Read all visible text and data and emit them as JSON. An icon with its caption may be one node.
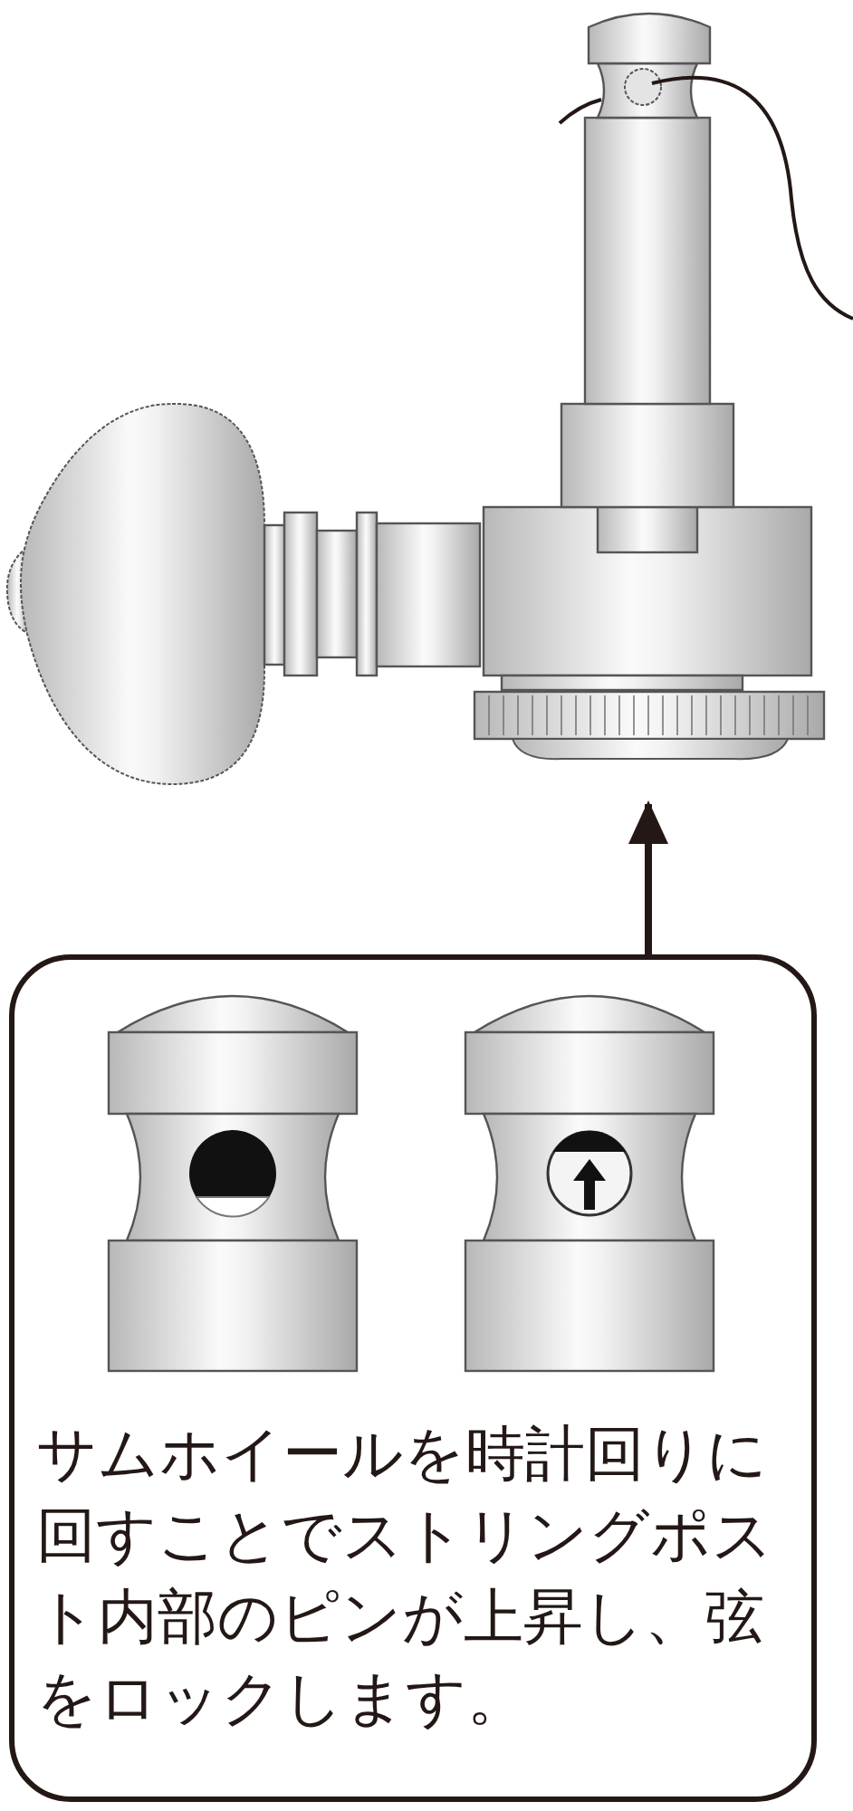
{
  "diagram": {
    "nodes": [
      {
        "text": [],
        "shape": "picture"
      },
      {
        "text": [
          "サムホイールを時計回りに回すことでストリングポスト内部のピンが上昇し、弦をロックします。"
        ]
      }
    ],
    "edges": [
      {
        "from": 1,
        "to": 0,
        "arrow": "to"
      }
    ]
  }
}
